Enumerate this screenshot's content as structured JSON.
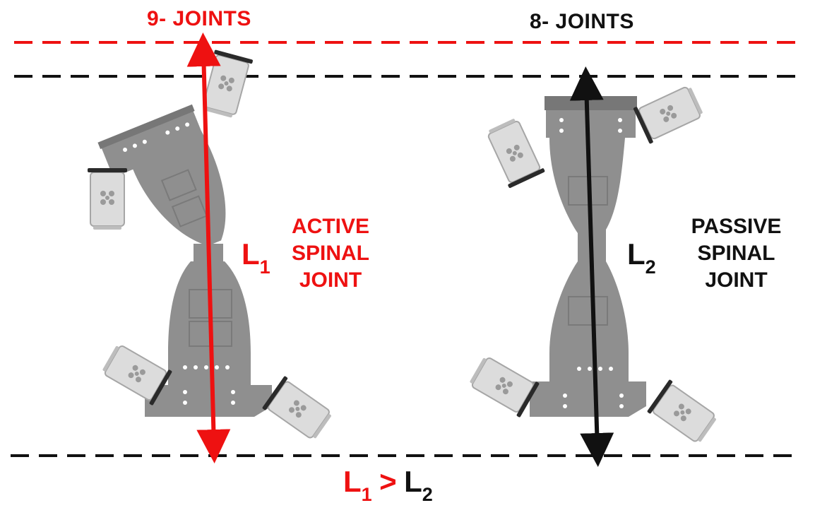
{
  "colors": {
    "red": "#ee1111",
    "black": "#111111",
    "plate": "#8f8f8f",
    "plate_dark": "#777777",
    "module": "#dcdcdc",
    "module_edge": "#a6a6a6"
  },
  "left": {
    "title": "9- JOINTS",
    "length_symbol": "L",
    "length_sub": "1",
    "desc_lines": [
      "ACTIVE",
      "SPINAL",
      "JOINT"
    ]
  },
  "right": {
    "title": "8- JOINTS",
    "length_symbol": "L",
    "length_sub": "2",
    "desc_lines": [
      "PASSIVE",
      "SPINAL",
      "JOINT"
    ]
  },
  "comparison": {
    "lhs": "L",
    "lhs_sub": "1",
    "op": ">",
    "rhs": "L",
    "rhs_sub": "2"
  }
}
